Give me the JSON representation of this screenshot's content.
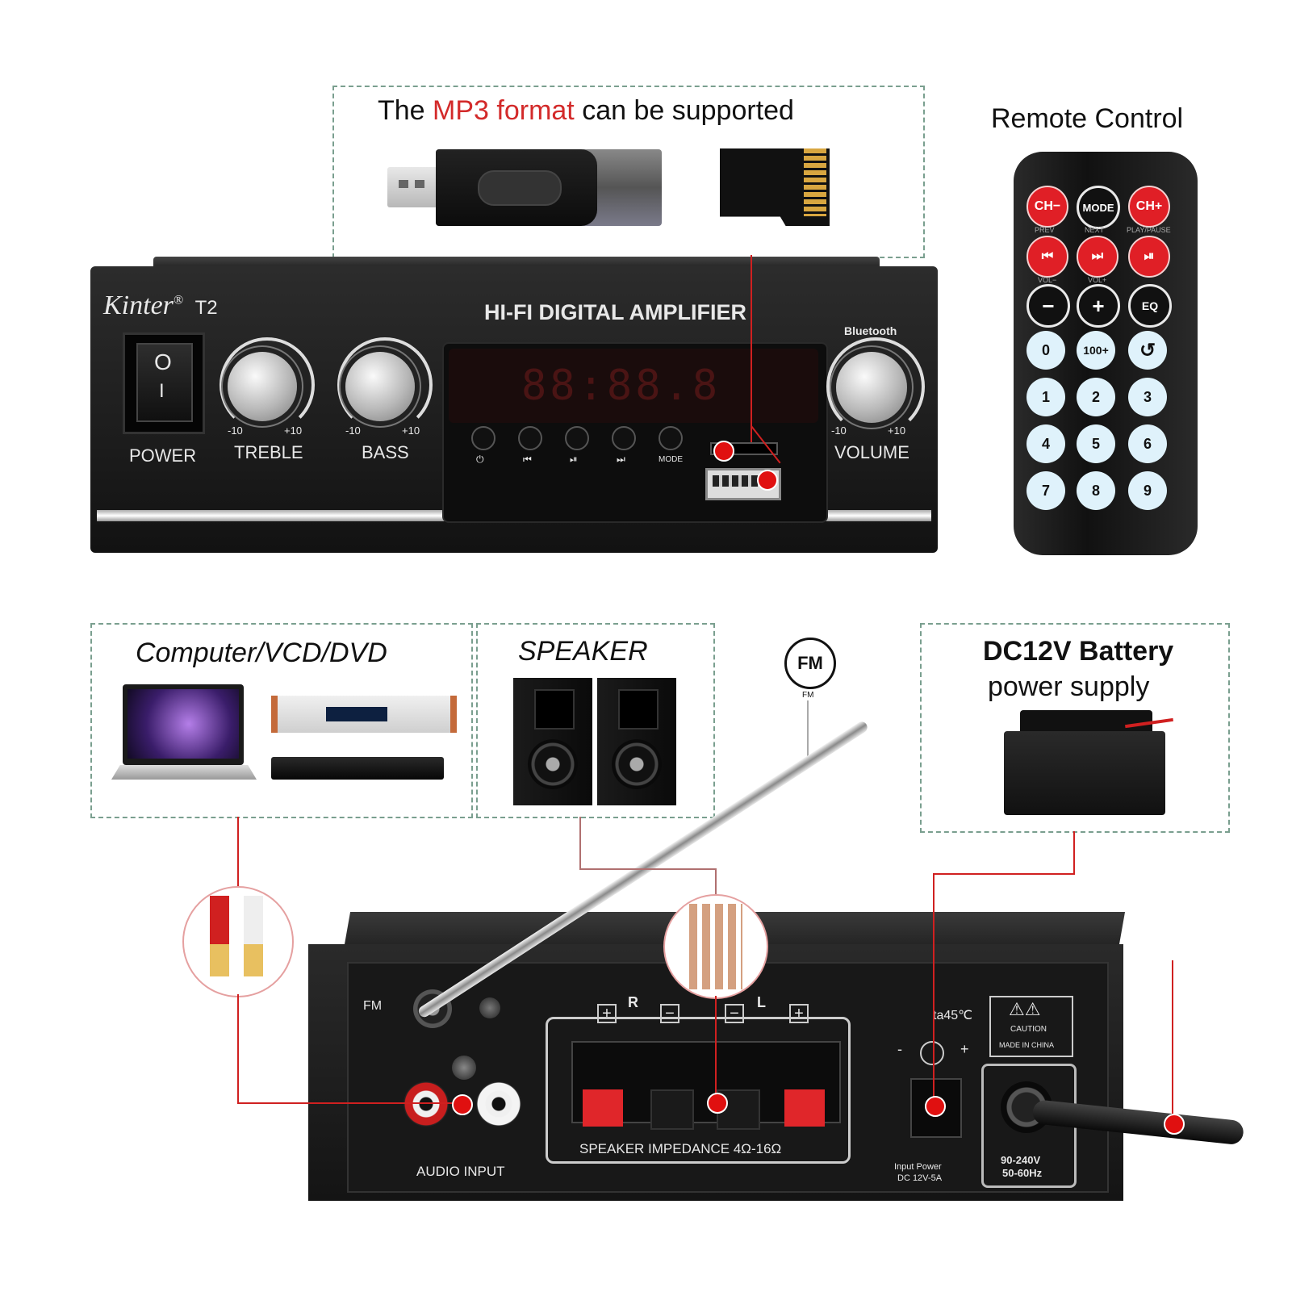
{
  "colors": {
    "accent_red": "#d32a2a",
    "dash": "#7a9f8f",
    "panel": "#1a1a1a"
  },
  "formats": {
    "title_pre": "The ",
    "title_highlight": "MP3 format",
    "title_post": " can be supported"
  },
  "remote": {
    "title": "Remote Control",
    "row1": [
      "CH−",
      "MODE",
      "CH+"
    ],
    "row1_sub": [
      "PREV",
      "NEXT",
      "PLAY/PAUSE"
    ],
    "row2_icons": [
      "prev-icon",
      "next-icon",
      "play-pause-icon"
    ],
    "row2_sub": [
      "VOL−",
      "VOL+",
      ""
    ],
    "row3": [
      "−",
      "+",
      "EQ"
    ],
    "row4": [
      "0",
      "100+",
      "↺"
    ],
    "digits": [
      "1",
      "2",
      "3",
      "4",
      "5",
      "6",
      "7",
      "8",
      "9"
    ]
  },
  "front": {
    "brand": "Kinter",
    "reg": "®",
    "model": "T2",
    "title": "HI-FI DIGITAL AMPLIFIER",
    "bluetooth": "Bluetooth",
    "power_label": "POWER",
    "power_on": "O",
    "power_off": "I",
    "treble": "TREBLE",
    "bass": "BASS",
    "volume": "VOLUME",
    "scale_min": "-10",
    "scale_max": "+10",
    "display_text": "88:88.8",
    "buttons": [
      "⏻",
      "⏮",
      "⏯",
      "⏭",
      "MODE"
    ]
  },
  "sources": {
    "title": "Computer/VCD/DVD"
  },
  "speaker": {
    "title": "SPEAKER"
  },
  "fm": {
    "badge": "FM",
    "small": "FM"
  },
  "battery": {
    "title": "DC12V Battery",
    "subtitle": "power supply"
  },
  "back": {
    "fm": "FM",
    "audio_input": "AUDIO INPUT",
    "r": "R",
    "l": "L",
    "plus": "+",
    "minus": "−",
    "impedance": "SPEAKER  IMPEDANCE  4Ω-16Ω",
    "ta": "ta45℃",
    "dc_minus": "-",
    "dc_plus": "+",
    "input_power_1": "Input Power",
    "input_power_2": "DC 12V-5A",
    "caution": "CAUTION",
    "made": "MADE IN CHINA",
    "ac_1": "90-240V",
    "ac_2": "50-60Hz"
  }
}
